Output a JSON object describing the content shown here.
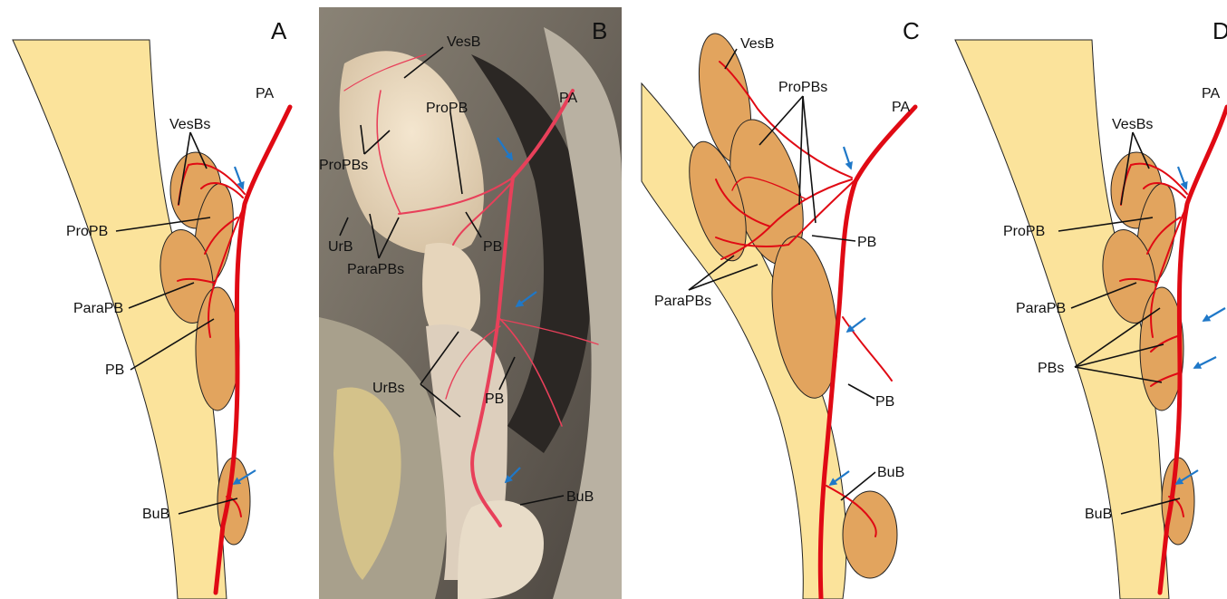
{
  "colors": {
    "tract": "#fbe39b",
    "gland": "#e2a45e",
    "artery": "#e00a14",
    "arrow": "#1f78c8",
    "label": "#111111"
  },
  "panels": {
    "A": {
      "letter": "A",
      "labels": {
        "pa": "PA",
        "vesbs": "VesBs",
        "propb": "ProPB",
        "parapb": "ParaPB",
        "pb": "PB",
        "bub": "BuB"
      }
    },
    "B": {
      "letter": "B",
      "labels": {
        "vesb": "VesB",
        "propb": "ProPB",
        "pa": "PA",
        "propbs": "ProPBs",
        "urb": "UrB",
        "pb_upper": "PB",
        "parapbs": "ParaPBs",
        "urbs": "UrBs",
        "pb_lower": "PB",
        "bub": "BuB"
      }
    },
    "C": {
      "letter": "C",
      "labels": {
        "vesb": "VesB",
        "propbs": "ProPBs",
        "pa": "PA",
        "pb_upper": "PB",
        "parapbs": "ParaPBs",
        "pb_lower": "PB",
        "bub": "BuB"
      }
    },
    "D": {
      "letter": "D",
      "labels": {
        "pa": "PA",
        "vesbs": "VesBs",
        "propb": "ProPB",
        "parapb": "ParaPB",
        "pbs": "PBs",
        "bub": "BuB"
      }
    }
  }
}
